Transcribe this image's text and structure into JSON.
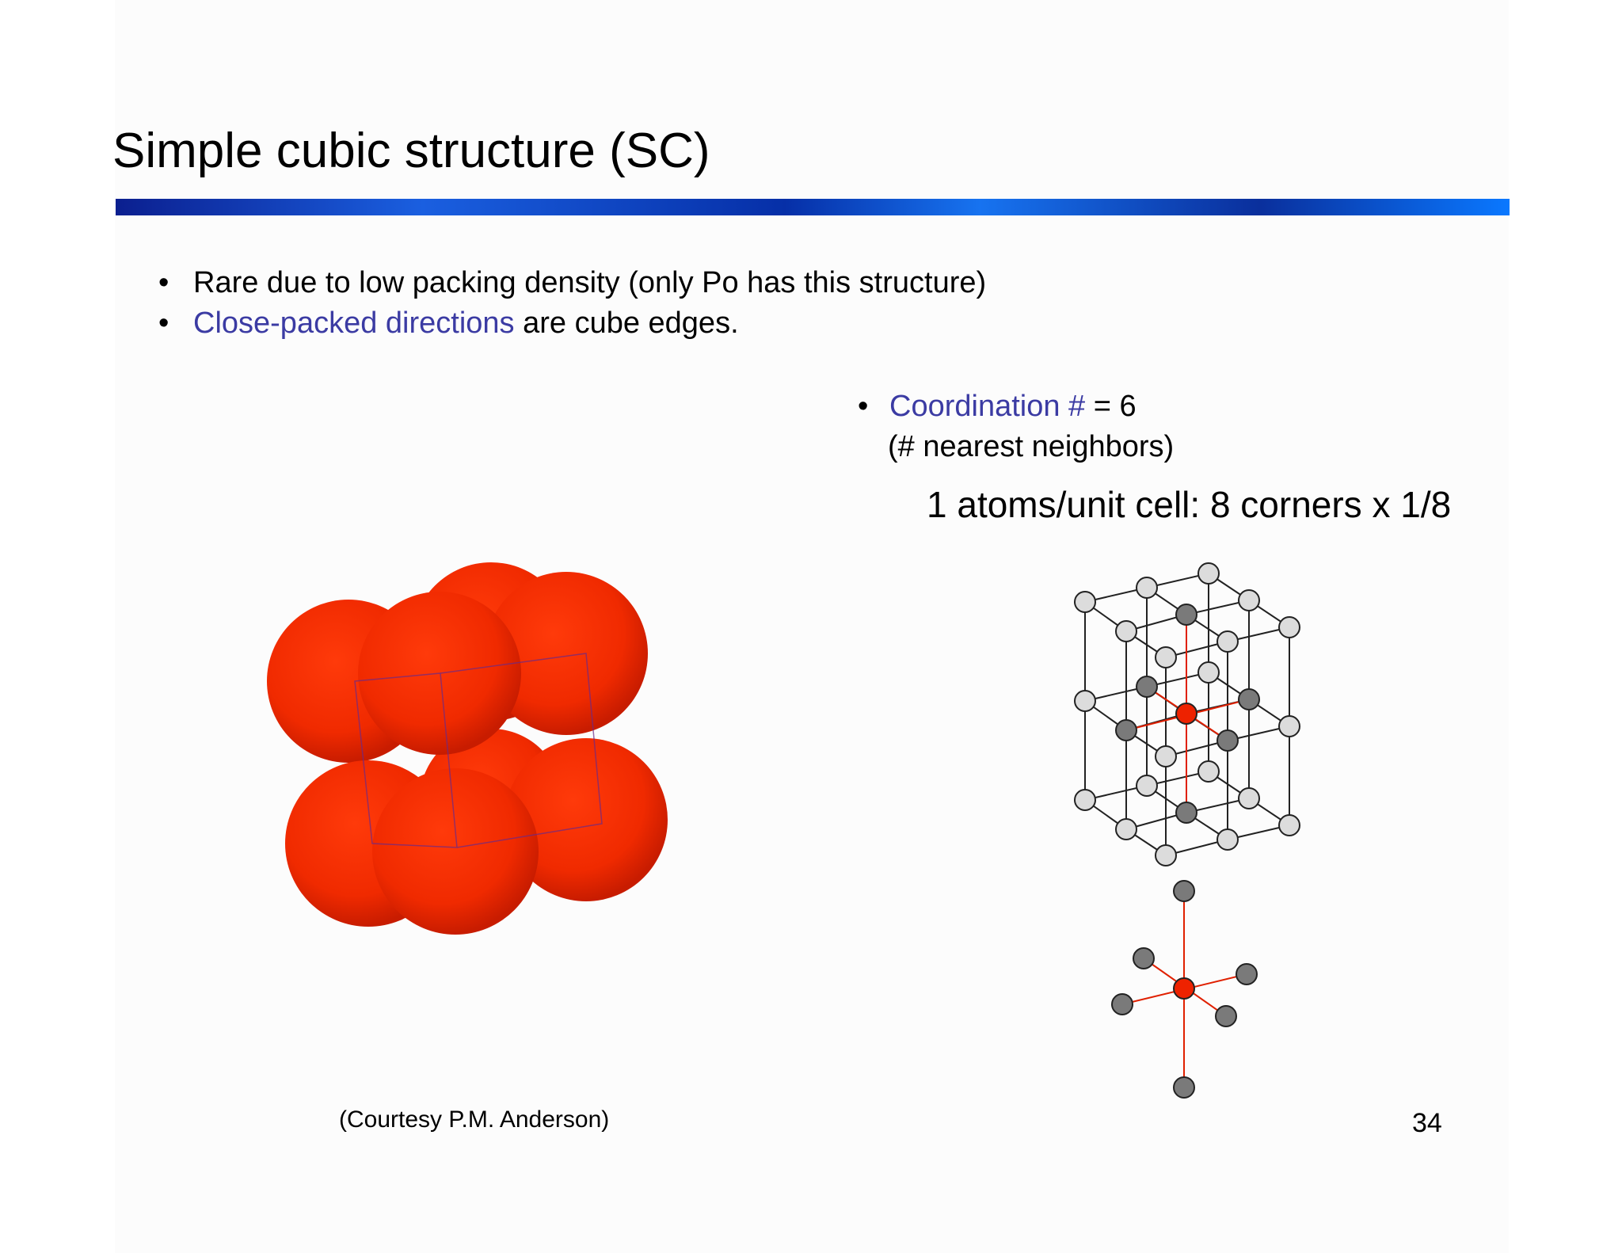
{
  "slide": {
    "title": "Simple cubic structure (SC)",
    "bullets": [
      {
        "accent": "",
        "text": "Rare due to low packing density (only Po has this structure)"
      },
      {
        "accent": "Close-packed directions",
        "text": " are cube edges."
      }
    ],
    "coordination": {
      "accent": "Coordination #",
      "value_text": " = 6",
      "subtext": "(# nearest neighbors)"
    },
    "atoms_per_cell": "1 atoms/unit cell: 8 corners x 1/8",
    "courtesy": "(Courtesy P.M. Anderson)",
    "page_number": "34",
    "colors": {
      "accent_text": "#3b3ba3",
      "sphere_red": "#ff2a00",
      "title_bar": "#0a3fd0"
    }
  }
}
